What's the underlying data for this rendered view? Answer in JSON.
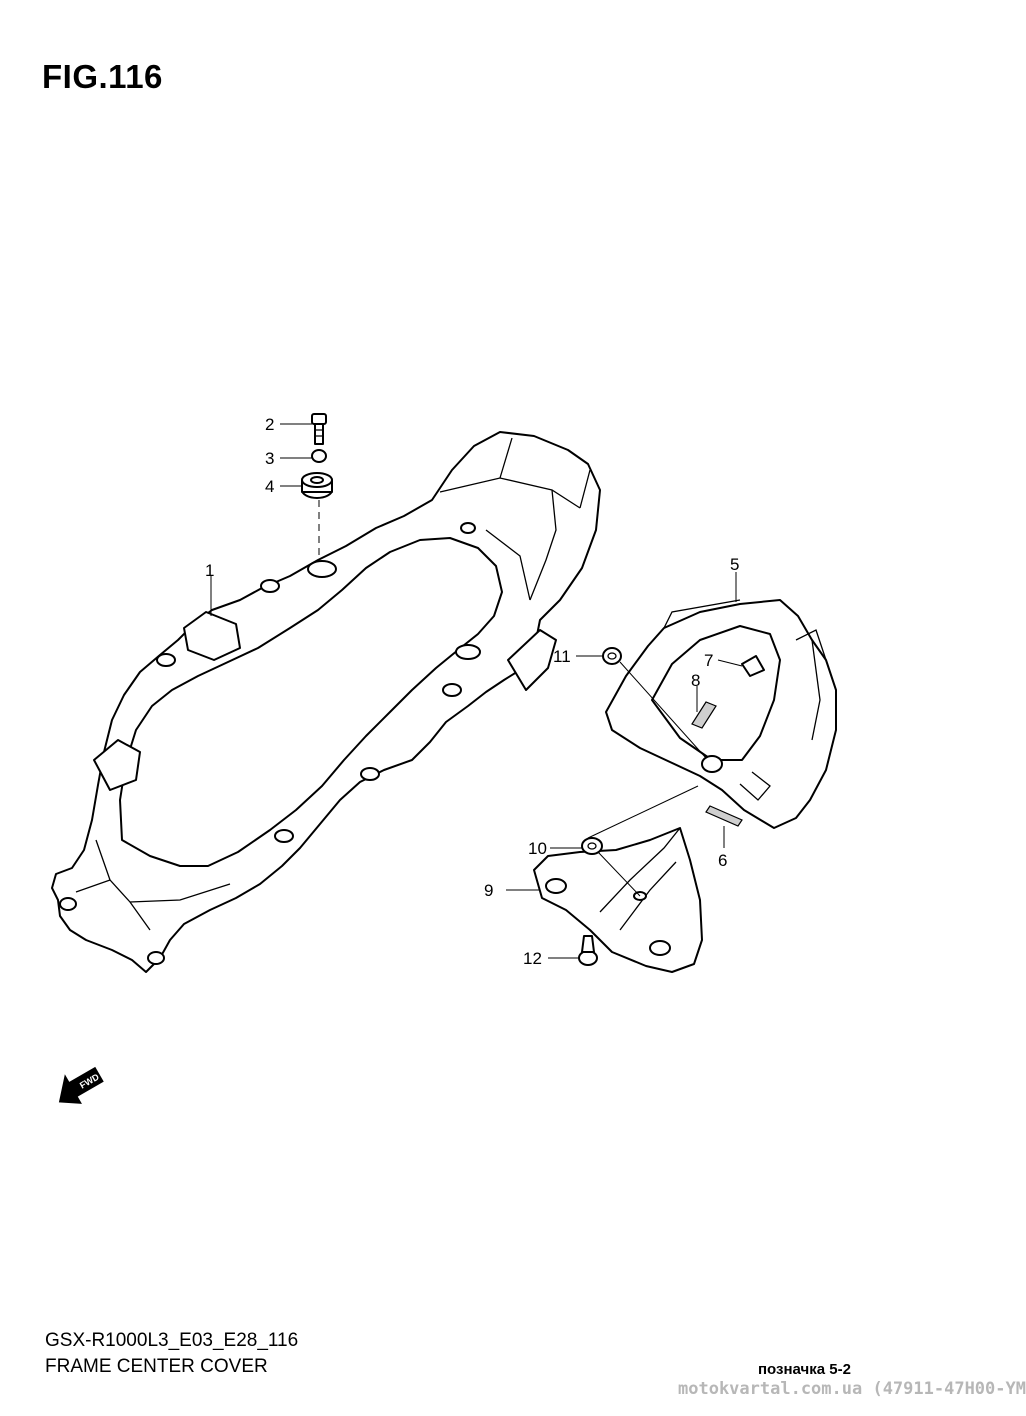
{
  "figure": {
    "title": "FIG.116",
    "model_code": "GSX-R1000L3_E03_E28_116",
    "name": "FRAME CENTER COVER",
    "mark_label": "позначка 5-2",
    "watermark": "motokvartal.com.ua (47911-47H00-YM"
  },
  "callouts": {
    "c1": "1",
    "c2": "2",
    "c3": "3",
    "c4": "4",
    "c5": "5",
    "c6": "6",
    "c7": "7",
    "c8": "8",
    "c9": "9",
    "c10": "10",
    "c11": "11",
    "c12": "12"
  },
  "fwd_label": "FWD",
  "icons": {
    "fwd": "fwd-arrow-icon"
  }
}
